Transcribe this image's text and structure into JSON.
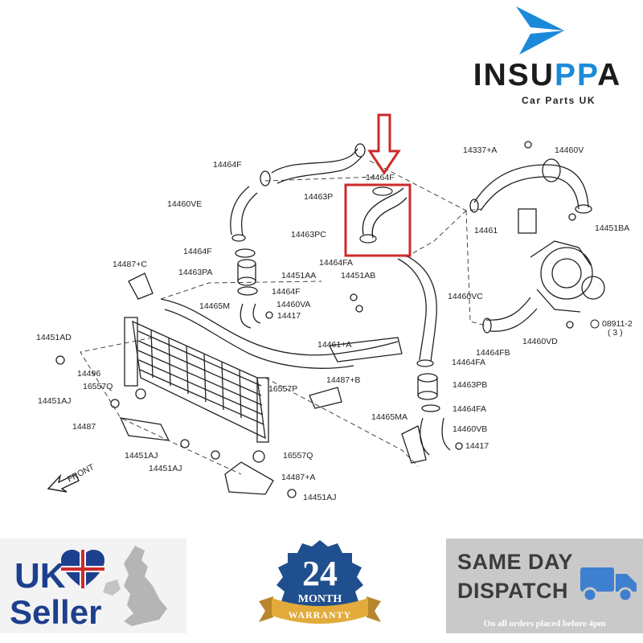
{
  "brand": {
    "name_part1": "INSU",
    "name_part2": "PP",
    "name_part3": "A",
    "tagline": "Car Parts UK",
    "logo_color": "#1a8ad8"
  },
  "diagram": {
    "highlight_color": "#cc2a2a",
    "labels": [
      {
        "id": "14464F-a",
        "text": "14464F"
      },
      {
        "id": "14463P",
        "text": "14463P"
      },
      {
        "id": "14464F-b",
        "text": "14464F"
      },
      {
        "id": "14463PC",
        "text": "14463PC"
      },
      {
        "id": "14464FA-a",
        "text": "14464FA"
      },
      {
        "id": "14460VE",
        "text": "14460VE"
      },
      {
        "id": "14464F-c",
        "text": "14464F"
      },
      {
        "id": "14463PA",
        "text": "14463PA"
      },
      {
        "id": "14464F-d",
        "text": "14464F"
      },
      {
        "id": "14487C",
        "text": "14487+C"
      },
      {
        "id": "14451AA",
        "text": "14451AA"
      },
      {
        "id": "14451AB",
        "text": "14451AB"
      },
      {
        "id": "14465M",
        "text": "14465M"
      },
      {
        "id": "14460VA",
        "text": "14460VA"
      },
      {
        "id": "14417-a",
        "text": "14417"
      },
      {
        "id": "14461A",
        "text": "14461+A"
      },
      {
        "id": "14451AD",
        "text": "14451AD"
      },
      {
        "id": "14496",
        "text": "14496"
      },
      {
        "id": "16557Q-a",
        "text": "16557Q"
      },
      {
        "id": "14451AJ-a",
        "text": "14451AJ"
      },
      {
        "id": "14487",
        "text": "14487"
      },
      {
        "id": "16557P",
        "text": "16557P"
      },
      {
        "id": "14487B",
        "text": "14487+B"
      },
      {
        "id": "14451AJ-b",
        "text": "14451AJ"
      },
      {
        "id": "14451AJ-c",
        "text": "14451AJ"
      },
      {
        "id": "16557Q-b",
        "text": "16557Q"
      },
      {
        "id": "14487A",
        "text": "14487+A"
      },
      {
        "id": "14451AJ-d",
        "text": "14451AJ"
      },
      {
        "id": "14337A",
        "text": "14337+A"
      },
      {
        "id": "14460V",
        "text": "14460V"
      },
      {
        "id": "14461",
        "text": "14461"
      },
      {
        "id": "14451BA",
        "text": "14451BA"
      },
      {
        "id": "14460VC",
        "text": "14460VC"
      },
      {
        "id": "14464FB",
        "text": "14464FB"
      },
      {
        "id": "14460VD",
        "text": "14460VD"
      },
      {
        "id": "08911",
        "text": "08911-2"
      },
      {
        "id": "08911-qty",
        "text": "( 3 )"
      },
      {
        "id": "14464FA-b",
        "text": "14464FA"
      },
      {
        "id": "14463PB",
        "text": "14463PB"
      },
      {
        "id": "14465MA",
        "text": "14465MA"
      },
      {
        "id": "14464FA-c",
        "text": "14464FA"
      },
      {
        "id": "14460VB",
        "text": "14460VB"
      },
      {
        "id": "14417-b",
        "text": "14417"
      },
      {
        "id": "front",
        "text": "FRONT"
      }
    ]
  },
  "badges": {
    "uk": {
      "line1": "UK",
      "line2": "Seller"
    },
    "warranty": {
      "number": "24",
      "unit": "MONTH",
      "word": "WARRANTY"
    },
    "dispatch": {
      "line1": "SAME DAY",
      "line2": "DISPATCH",
      "note": "On all orders placed before 4pm"
    }
  }
}
